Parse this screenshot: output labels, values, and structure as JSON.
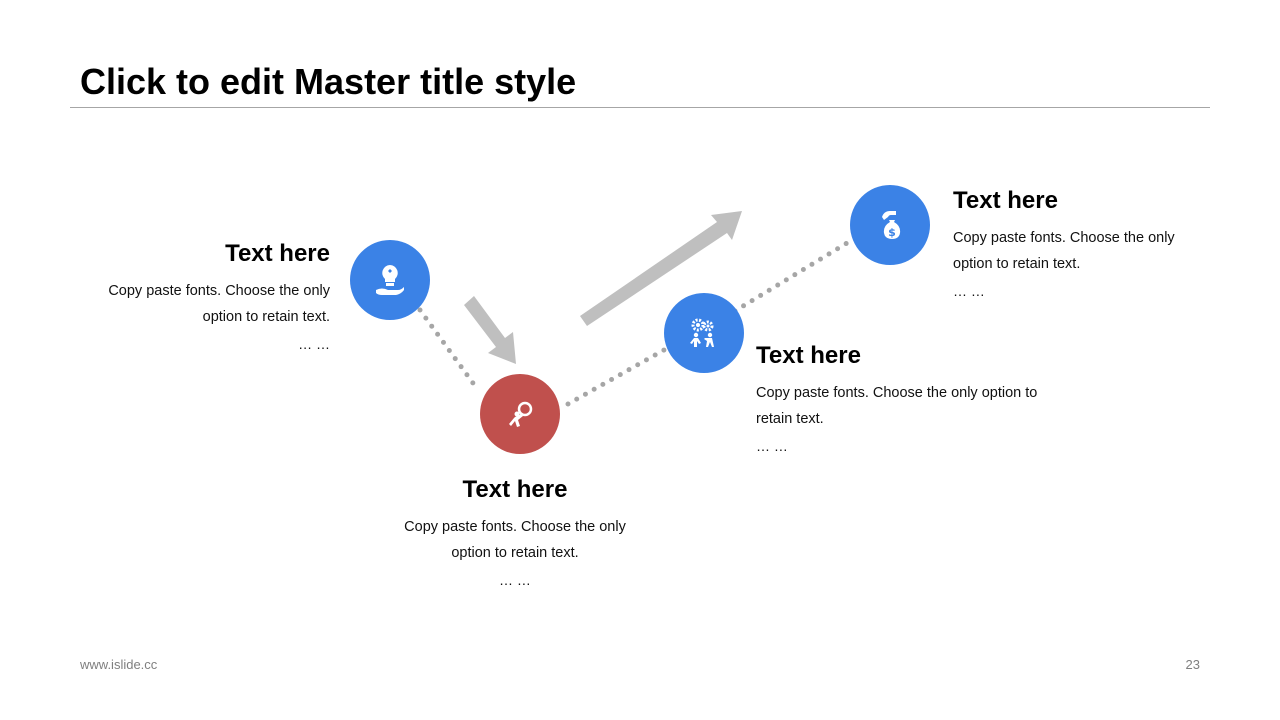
{
  "slide": {
    "title": "Click to edit Master title style",
    "footer_url": "www.islide.cc",
    "page_number": "23"
  },
  "colors": {
    "blue": "#3b82e6",
    "red": "#c0504d",
    "connector": "#a6a6a6",
    "arrow": "#bfbfbf"
  },
  "steps": [
    {
      "heading": "Text here",
      "line1": "Copy paste fonts. Choose the only",
      "line2": "option to retain text.",
      "ellipsis": "… …",
      "icon": "lightbulb-hand-icon",
      "color": "#3b82e6"
    },
    {
      "heading": "Text here",
      "line1": "Copy paste fonts. Choose the only",
      "line2": "option to retain text.",
      "ellipsis": "… …",
      "icon": "person-pushing-boulder-icon",
      "color": "#c0504d"
    },
    {
      "heading": "Text here",
      "line1": "Copy paste fonts. Choose the only option to",
      "line2": "retain text.",
      "ellipsis": "… …",
      "icon": "teamwork-gears-icon",
      "color": "#3b82e6"
    },
    {
      "heading": "Text here",
      "line1": "Copy paste fonts. Choose the only",
      "line2": "option to retain text.",
      "ellipsis": "… …",
      "icon": "hand-money-bag-icon",
      "color": "#3b82e6"
    }
  ]
}
